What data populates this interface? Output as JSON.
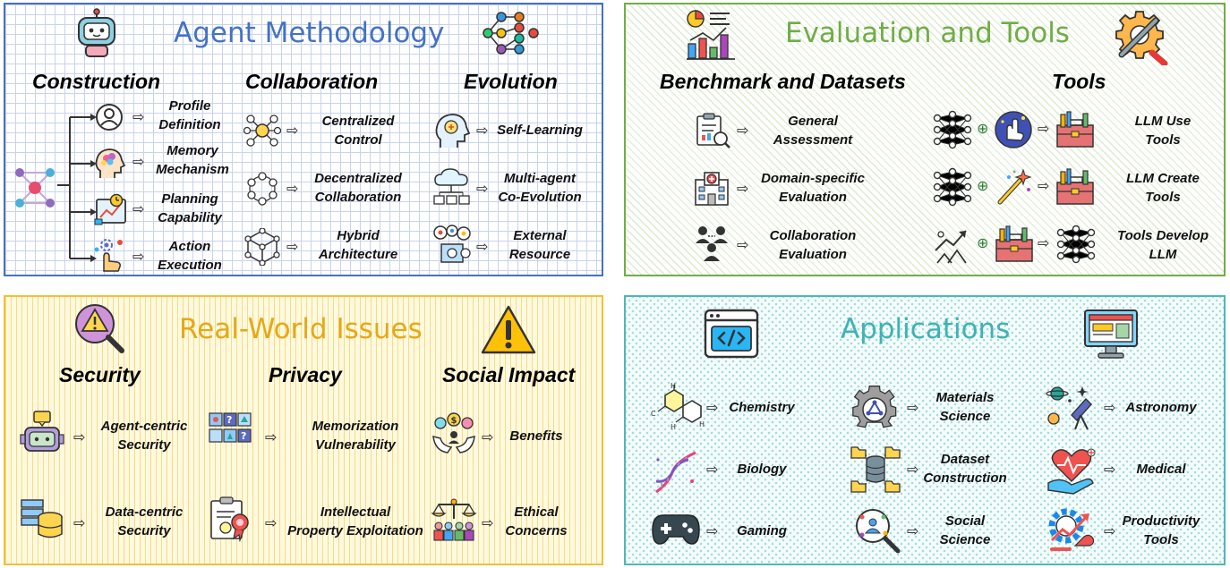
{
  "agent": {
    "title": "Agent Methodology",
    "construction": {
      "heading": "Construction",
      "items": [
        {
          "l1": "Profile",
          "l2": "Definition"
        },
        {
          "l1": "Memory",
          "l2": "Mechanism"
        },
        {
          "l1": "Planning",
          "l2": "Capability"
        },
        {
          "l1": "Action",
          "l2": "Execution"
        }
      ]
    },
    "collaboration": {
      "heading": "Collaboration",
      "items": [
        {
          "l1": "Centralized",
          "l2": "Control"
        },
        {
          "l1": "Decentralized",
          "l2": "Collaboration"
        },
        {
          "l1": "Hybrid",
          "l2": "Architecture"
        }
      ]
    },
    "evolution": {
      "heading": "Evolution",
      "items": [
        {
          "l1": "Self-Learning",
          "l2": ""
        },
        {
          "l1": "Multi-agent",
          "l2": "Co-Evolution"
        },
        {
          "l1": "External",
          "l2": "Resource"
        }
      ]
    }
  },
  "evaluation": {
    "title": "Evaluation and Tools",
    "benchmark": {
      "heading": "Benchmark and Datasets",
      "items": [
        {
          "l1": "General",
          "l2": "Assessment"
        },
        {
          "l1": "Domain-specific",
          "l2": "Evaluation"
        },
        {
          "l1": "Collaboration",
          "l2": "Evaluation"
        }
      ]
    },
    "tools": {
      "heading": "Tools",
      "items": [
        {
          "l1": "LLM Use",
          "l2": "Tools"
        },
        {
          "l1": "LLM Create",
          "l2": "Tools"
        },
        {
          "l1": "Tools Develop",
          "l2": "LLM"
        }
      ]
    }
  },
  "realworld": {
    "title": "Real-World Issues",
    "security": {
      "heading": "Security",
      "items": [
        {
          "l1": "Agent-centric",
          "l2": "Security"
        },
        {
          "l1": "Data-centric",
          "l2": "Security"
        }
      ]
    },
    "privacy": {
      "heading": "Privacy",
      "items": [
        {
          "l1": "Memorization",
          "l2": "Vulnerability"
        },
        {
          "l1": "Intellectual",
          "l2": "Property Exploitation"
        }
      ]
    },
    "social": {
      "heading": "Social Impact",
      "items": [
        {
          "l1": "Benefits",
          "l2": ""
        },
        {
          "l1": "Ethical",
          "l2": "Concerns"
        }
      ]
    }
  },
  "applications": {
    "title": "Applications",
    "col1": [
      {
        "l1": "Chemistry",
        "l2": ""
      },
      {
        "l1": "Biology",
        "l2": ""
      },
      {
        "l1": "Gaming",
        "l2": ""
      }
    ],
    "col2": [
      {
        "l1": "Materials",
        "l2": "Science"
      },
      {
        "l1": "Dataset",
        "l2": "Construction"
      },
      {
        "l1": "Social",
        "l2": "Science"
      }
    ],
    "col3": [
      {
        "l1": "Astronomy",
        "l2": ""
      },
      {
        "l1": "Medical",
        "l2": ""
      },
      {
        "l1": "Productivity",
        "l2": "Tools"
      }
    ]
  },
  "colors": {
    "agent_border": "#4472c4",
    "eval_border": "#70ad47",
    "real_border": "#f2c037",
    "apps_border": "#4fb7b9",
    "agent_title": "#4472c4",
    "eval_title": "#70ad47",
    "real_title": "#e6a817",
    "apps_title": "#3fb2b4"
  },
  "icons": {
    "agent": [
      "robot-icon",
      "network-nodes-icon",
      "graph-network-icon",
      "user-profile-icon",
      "brain-head-icon",
      "planning-board-icon",
      "hand-action-icon",
      "centralized-network-icon",
      "ring-network-icon",
      "hybrid-cube-icon",
      "brain-learning-icon",
      "cloud-hierarchy-icon",
      "resource-icon"
    ],
    "eval": [
      "analytics-icon",
      "wrench-tools-icon",
      "clipboard-search-icon",
      "hospital-icon",
      "team-icon",
      "neural-net-icon",
      "magic-hand-icon",
      "toolbox-icon",
      "magic-wand-icon",
      "growth-chart-icon"
    ],
    "real": [
      "alert-search-icon",
      "warning-icon",
      "robot-chat-icon",
      "database-icon",
      "puzzle-grid-icon",
      "certificate-icon",
      "donation-hands-icon",
      "justice-scale-icon"
    ],
    "apps": [
      "code-window-icon",
      "web-monitor-icon",
      "molecule-icon",
      "dna-icon",
      "gamepad-icon",
      "material-gear-icon",
      "dataset-icon",
      "social-search-icon",
      "planet-telescope-icon",
      "heart-care-icon",
      "productivity-gear-icon"
    ]
  }
}
